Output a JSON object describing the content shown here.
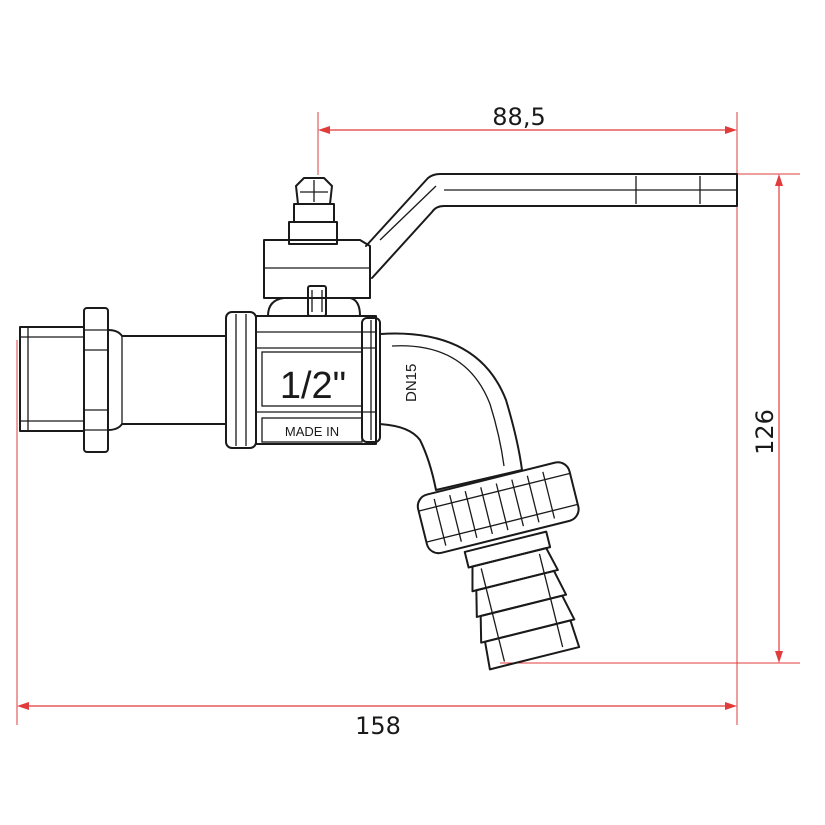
{
  "dimensions": {
    "handle_reach": "88,5",
    "height": "126",
    "overall_length": "158"
  },
  "markings": {
    "size": "1/2\"",
    "nominal_diameter": "DN15",
    "origin": "MADE IN"
  },
  "colors": {
    "dimension_lines": "#e23b3b",
    "outline": "#1a1a1a"
  }
}
